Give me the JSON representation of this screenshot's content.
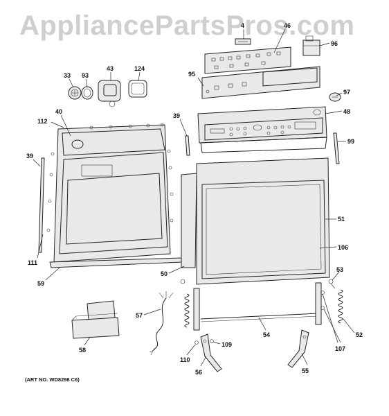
{
  "watermark": "AppliancePartsPros.com",
  "art_number": "(ART NO. WD8298 C6)",
  "callouts": [
    {
      "id": "4",
      "label": "4"
    },
    {
      "id": "46",
      "label": "46"
    },
    {
      "id": "96",
      "label": "96"
    },
    {
      "id": "33",
      "label": "33"
    },
    {
      "id": "93",
      "label": "93"
    },
    {
      "id": "43",
      "label": "43"
    },
    {
      "id": "124",
      "label": "124"
    },
    {
      "id": "95",
      "label": "95"
    },
    {
      "id": "97",
      "label": "97"
    },
    {
      "id": "48",
      "label": "48"
    },
    {
      "id": "40",
      "label": "40"
    },
    {
      "id": "112",
      "label": "112"
    },
    {
      "id": "39a",
      "label": "39"
    },
    {
      "id": "39b",
      "label": "39"
    },
    {
      "id": "99",
      "label": "99"
    },
    {
      "id": "51",
      "label": "51"
    },
    {
      "id": "106",
      "label": "106"
    },
    {
      "id": "111",
      "label": "111"
    },
    {
      "id": "50",
      "label": "50"
    },
    {
      "id": "59",
      "label": "59"
    },
    {
      "id": "53",
      "label": "53"
    },
    {
      "id": "57",
      "label": "57"
    },
    {
      "id": "54",
      "label": "54"
    },
    {
      "id": "52",
      "label": "52"
    },
    {
      "id": "107",
      "label": "107"
    },
    {
      "id": "58",
      "label": "58"
    },
    {
      "id": "109",
      "label": "109"
    },
    {
      "id": "110",
      "label": "110"
    },
    {
      "id": "56",
      "label": "56"
    },
    {
      "id": "55",
      "label": "55"
    }
  ]
}
